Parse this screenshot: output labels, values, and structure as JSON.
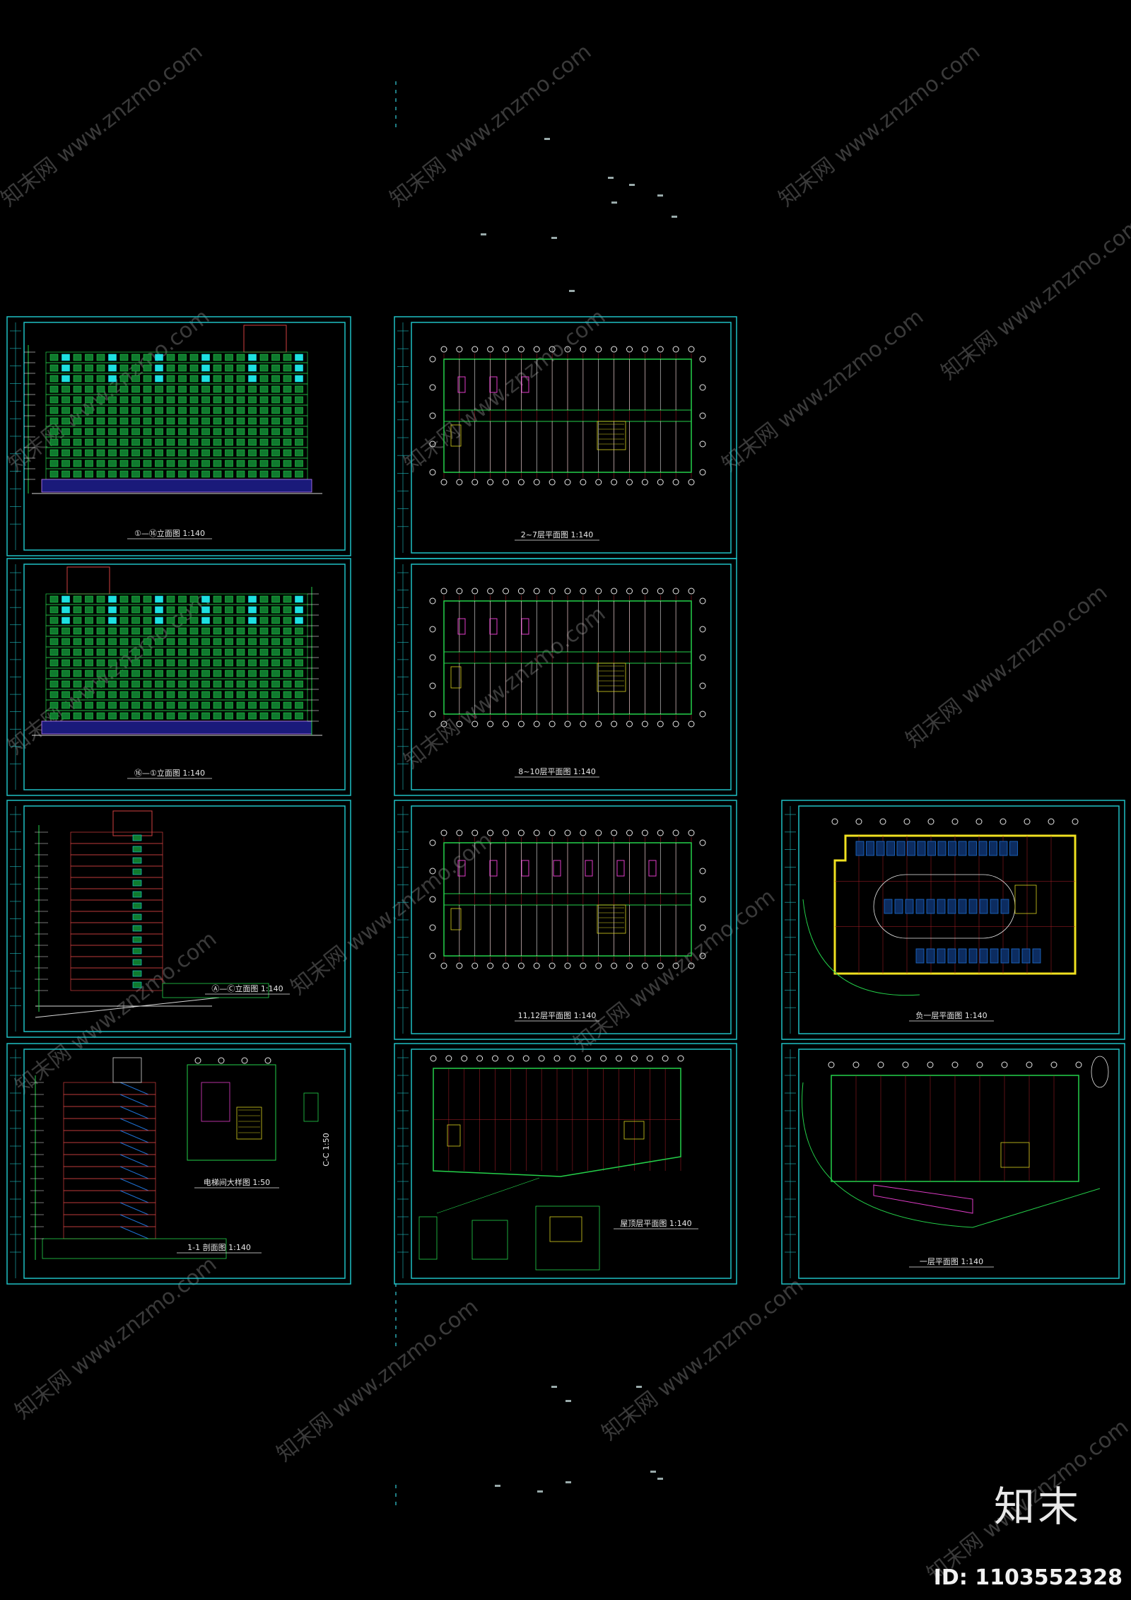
{
  "colors": {
    "background": "#000000",
    "frame": "#1fbfc4",
    "facade_cyan": "#1de0e0",
    "green_line": "#24d14a",
    "window_green": "#0f7a2e",
    "pink": "#e03cc8",
    "grid_red": "#b0202a",
    "yellow": "#f0e020",
    "parking_blue": "#1e6fd0",
    "stair_yellow": "#d8d020",
    "watermark": "#3a3a3a"
  },
  "sheets": [
    {
      "id": "sheet-elevation-1-16",
      "kind": "elevation",
      "title": "①—⑯立面图  1:140"
    },
    {
      "id": "sheet-elevation-16-1",
      "kind": "elevation",
      "title": "⑯—①立面图  1:140"
    },
    {
      "id": "sheet-elevation-side",
      "kind": "side-elevation",
      "title": "Ⓐ—Ⓒ立面图 1:140"
    },
    {
      "id": "sheet-section",
      "kind": "section",
      "title": "1-1  剖面图  1:140",
      "detail_title": "电梯间大样图 1:50",
      "detail_title_2": "C-C 1:50"
    },
    {
      "id": "sheet-plan-2-7",
      "kind": "plan",
      "title": "2~7层平面图 1:140"
    },
    {
      "id": "sheet-plan-8-10",
      "kind": "plan",
      "title": "8~10层平面图 1:140"
    },
    {
      "id": "sheet-plan-11-12",
      "kind": "plan",
      "title": "11,12层平面图 1:140"
    },
    {
      "id": "sheet-plan-roof",
      "kind": "roof",
      "title": "屋顶层平面图 1:140"
    },
    {
      "id": "sheet-plan-basement",
      "kind": "basement",
      "title": "负一层平面图  1:140"
    },
    {
      "id": "sheet-plan-ground",
      "kind": "ground",
      "title": "一层平面图 1:140"
    }
  ],
  "watermark": {
    "text": "知末网 www.znzmo.com"
  },
  "brand": {
    "logo": "知末",
    "id_label": "ID: 1103552328"
  }
}
